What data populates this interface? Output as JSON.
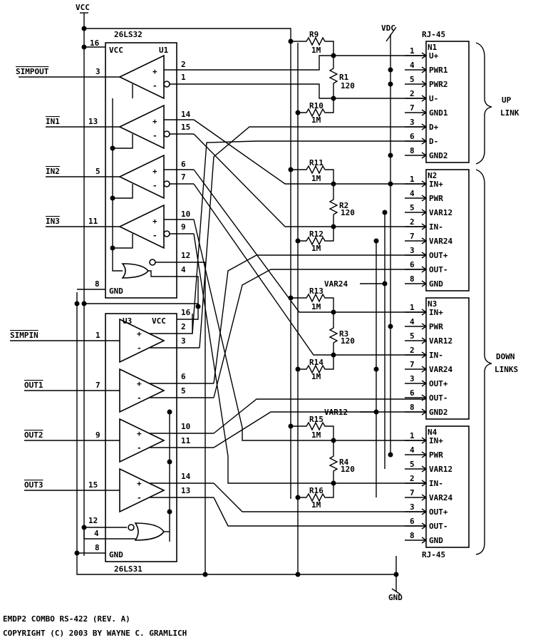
{
  "power": {
    "vcc": "VCC",
    "vdc": "VDC",
    "gnd": "GND"
  },
  "u1": {
    "part": "26LS32",
    "ref": "U1",
    "vcc_label": "VCC",
    "gnd_label": "GND",
    "vcc_pin": "16",
    "gnd_pin": "8",
    "inputs": [
      {
        "name": "SIMPOUT",
        "pin": "3",
        "p_pin": "2",
        "n_pin": "1"
      },
      {
        "name": "IN1",
        "pin": "13",
        "p_pin": "14",
        "n_pin": "15"
      },
      {
        "name": "IN2",
        "pin": "5",
        "p_pin": "6",
        "n_pin": "7"
      },
      {
        "name": "IN3",
        "pin": "11",
        "p_pin": "10",
        "n_pin": "9"
      }
    ],
    "enable_pins": [
      "12",
      "4"
    ]
  },
  "u3": {
    "part": "26LS31",
    "ref": "U3",
    "vcc_label": "VCC",
    "gnd_label": "GND",
    "vcc_pin": "16",
    "gnd_pin": "8",
    "outputs": [
      {
        "name": "SIMPIN",
        "pin": "1",
        "p_pin": "2",
        "n_pin": "3"
      },
      {
        "name": "OUT1",
        "pin": "7",
        "p_pin": "6",
        "n_pin": "5"
      },
      {
        "name": "OUT2",
        "pin": "9",
        "p_pin": "10",
        "n_pin": "11"
      },
      {
        "name": "OUT3",
        "pin": "15",
        "p_pin": "14",
        "n_pin": "13"
      }
    ],
    "enable_pins": [
      "12",
      "4"
    ]
  },
  "resistors": [
    {
      "ref": "R9",
      "value": "1M"
    },
    {
      "ref": "R1",
      "value": "120"
    },
    {
      "ref": "R10",
      "value": "1M"
    },
    {
      "ref": "R11",
      "value": "1M"
    },
    {
      "ref": "R2",
      "value": "120"
    },
    {
      "ref": "R12",
      "value": "1M"
    },
    {
      "ref": "R13",
      "value": "1M"
    },
    {
      "ref": "R3",
      "value": "120"
    },
    {
      "ref": "R14",
      "value": "1M"
    },
    {
      "ref": "R15",
      "value": "1M"
    },
    {
      "ref": "R4",
      "value": "120"
    },
    {
      "ref": "R16",
      "value": "1M"
    }
  ],
  "connectors": [
    {
      "ref": "N1",
      "pins": [
        {
          "num": "1",
          "name": "U+"
        },
        {
          "num": "4",
          "name": "PWR1"
        },
        {
          "num": "5",
          "name": "PWR2"
        },
        {
          "num": "2",
          "name": "U-"
        },
        {
          "num": "7",
          "name": "GND1"
        },
        {
          "num": "3",
          "name": "D+"
        },
        {
          "num": "6",
          "name": "D-"
        },
        {
          "num": "8",
          "name": "GND2"
        }
      ]
    },
    {
      "ref": "N2",
      "pins": [
        {
          "num": "1",
          "name": "IN+"
        },
        {
          "num": "4",
          "name": "PWR"
        },
        {
          "num": "5",
          "name": "VAR12"
        },
        {
          "num": "2",
          "name": "IN-"
        },
        {
          "num": "7",
          "name": "VAR24"
        },
        {
          "num": "3",
          "name": "OUT+"
        },
        {
          "num": "6",
          "name": "OUT-"
        },
        {
          "num": "8",
          "name": "GND"
        }
      ]
    },
    {
      "ref": "N3",
      "pins": [
        {
          "num": "1",
          "name": "IN+"
        },
        {
          "num": "4",
          "name": "PWR"
        },
        {
          "num": "5",
          "name": "VAR12"
        },
        {
          "num": "2",
          "name": "IN-"
        },
        {
          "num": "7",
          "name": "VAR24"
        },
        {
          "num": "3",
          "name": "OUT+"
        },
        {
          "num": "6",
          "name": "OUT-"
        },
        {
          "num": "8",
          "name": "GND2"
        }
      ]
    },
    {
      "ref": "N4",
      "pins": [
        {
          "num": "1",
          "name": "IN+"
        },
        {
          "num": "4",
          "name": "PWR"
        },
        {
          "num": "5",
          "name": "VAR12"
        },
        {
          "num": "2",
          "name": "IN-"
        },
        {
          "num": "7",
          "name": "VAR24"
        },
        {
          "num": "3",
          "name": "OUT+"
        },
        {
          "num": "6",
          "name": "OUT-"
        },
        {
          "num": "8",
          "name": "GND"
        }
      ]
    }
  ],
  "rj45_label": "RJ-45",
  "net_labels": {
    "var24": "VAR24",
    "var12": "VAR12"
  },
  "groups": {
    "up": [
      "UP",
      "LINK"
    ],
    "down": [
      "DOWN",
      "LINKS"
    ]
  },
  "footer": {
    "line1": "EMDP2 COMBO RS-422 (REV. A)",
    "line2": "COPYRIGHT (C) 2003 BY WAYNE C. GRAMLICH"
  }
}
